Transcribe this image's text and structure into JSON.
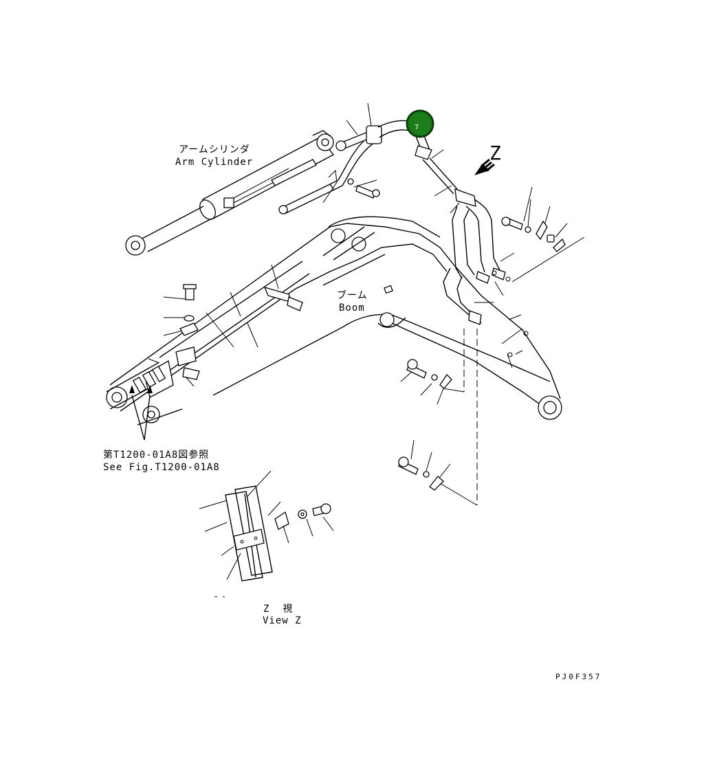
{
  "labels": {
    "arm_cylinder_jp": "アームシリンダ",
    "arm_cylinder_en": "Arm Cylinder",
    "boom_jp": "ブーム",
    "boom_en": "Boom",
    "see_fig_jp": "第T1200-01A8図参照",
    "see_fig_en": "See Fig.T1200-01A8",
    "view_z_jp": "Z  視",
    "view_z_en": "View Z",
    "z_arrow": "Z",
    "drawing_code": "PJ0F357"
  },
  "callouts": [
    {
      "number": "7",
      "color": "#1a7d1a",
      "ring_color": "#0b3d0b"
    }
  ]
}
